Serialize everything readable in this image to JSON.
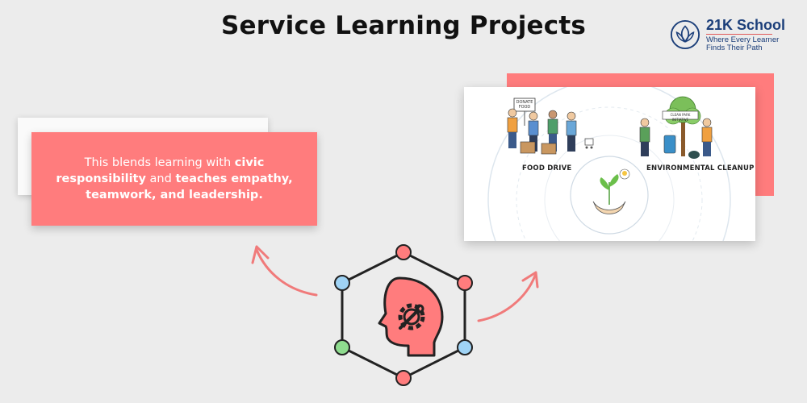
{
  "title": "Service Learning Projects",
  "logo": {
    "name": "21K School",
    "tagline_line1": "Where Every Learner",
    "tagline_line2": "Finds Their Path"
  },
  "card": {
    "text_part1": "This blends learning with ",
    "text_bold1": "civic responsibility",
    "text_part2": " and ",
    "text_bold2": "teaches empathy, teamwork, and leadership."
  },
  "illustration": {
    "label_left": "FOOD DRIVE",
    "label_right": "ENVIRONMENTAL CLEANUP",
    "sign_left": "DONATE FOOD",
    "sign_right": "CLEAN PARK INITIATIVE"
  },
  "colors": {
    "accent": "#ff7c7d",
    "brand": "#1c3f7a",
    "node_red": "#ff7c7d",
    "node_blue": "#9fd3f5",
    "node_green": "#8fdc8f"
  },
  "icons": {
    "center": "head-gear-wrench-icon",
    "logo": "lotus-icon"
  }
}
